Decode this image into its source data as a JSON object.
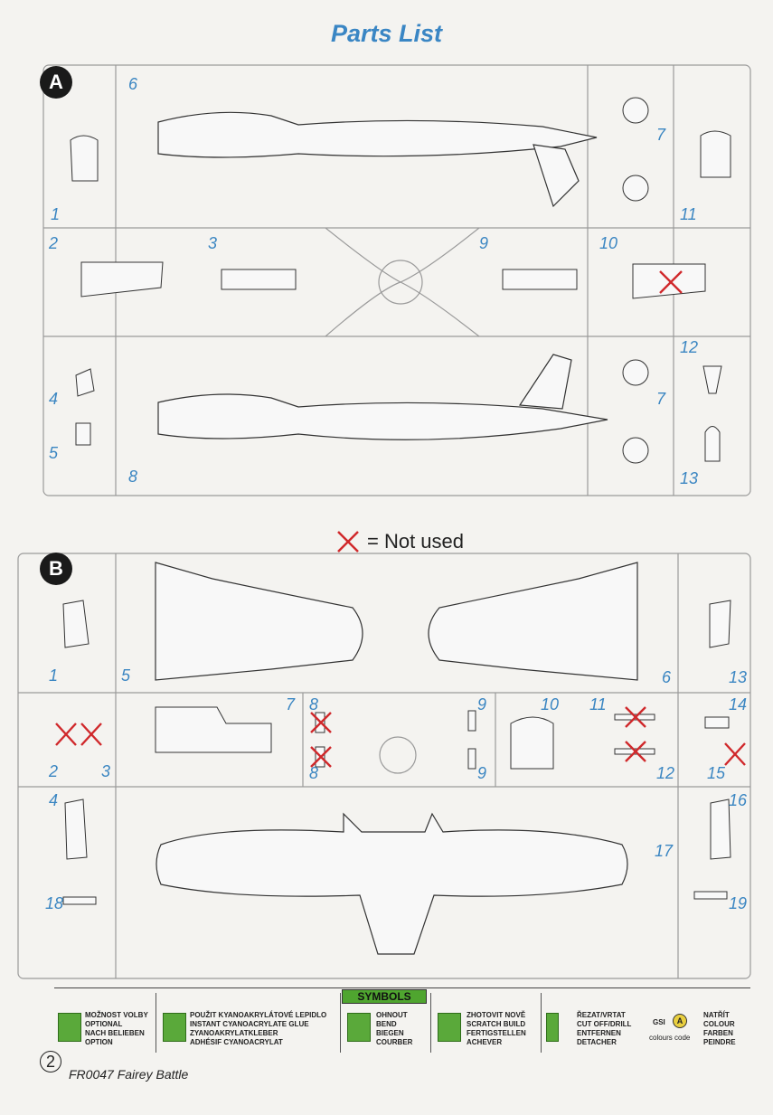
{
  "title": "Parts List",
  "sections": {
    "a": "A",
    "b": "B"
  },
  "sprue_a": {
    "labels": {
      "p1": "1",
      "p2": "2",
      "p3": "3",
      "p4": "4",
      "p5": "5",
      "p6": "6",
      "p7a": "7",
      "p7b": "7",
      "p8": "8",
      "p9": "9",
      "p10": "10",
      "p11": "11",
      "p12": "12",
      "p13": "13"
    },
    "not_used": [
      "10"
    ]
  },
  "sprue_b": {
    "labels": {
      "p1": "1",
      "p2": "2",
      "p3": "3",
      "p4": "4",
      "p5": "5",
      "p6": "6",
      "p7": "7",
      "p8a": "8",
      "p8b": "8",
      "p9a": "9",
      "p9b": "9",
      "p10": "10",
      "p11": "11",
      "p12": "12",
      "p13": "13",
      "p14": "14",
      "p15": "15",
      "p16": "16",
      "p17": "17",
      "p18": "18",
      "p19": "19"
    },
    "not_used": [
      "2",
      "3",
      "8",
      "11",
      "12",
      "15"
    ]
  },
  "legend": {
    "text": "= Not used",
    "mark_color": "#d0282b"
  },
  "symbols": {
    "header": "SYMBOLS",
    "optional": "MOŽNOST VOLBY\nOPTIONAL\nNACH BELIEBEN\nOPTION",
    "glue": "POUŽIT KYANOAKRYLÁTOVÉ LEPIDLO\nINSTANT CYANOACRYLATE GLUE\nZYANOAKRYLATKLEBER\nADHÉSIF CYANOACRYLAT",
    "bend": "OHNOUT\nBEND\nBIEGEN\nCOURBER",
    "scratch": "ZHOTOVIT NOVĚ\nSCRATCH BUILD\nFERTIGSTELLEN\nACHEVER",
    "cut": "ŘEZAT/VRTAT\nCUT OFF/DRILL\nENTFERNEN\nDETACHER",
    "gsi_label": "GSI",
    "gsi_badge": "A",
    "gsi_caption": "colours code",
    "paint": "NATŘÍT\nCOLOUR\nFARBEN\nPEINDRE"
  },
  "footer": {
    "page": "2",
    "kit": "FR0047 Fairey Battle"
  },
  "colors": {
    "title": "#3a86c4",
    "part_numbers": "#3b86c2",
    "symbols_green": "#4fa52f"
  }
}
